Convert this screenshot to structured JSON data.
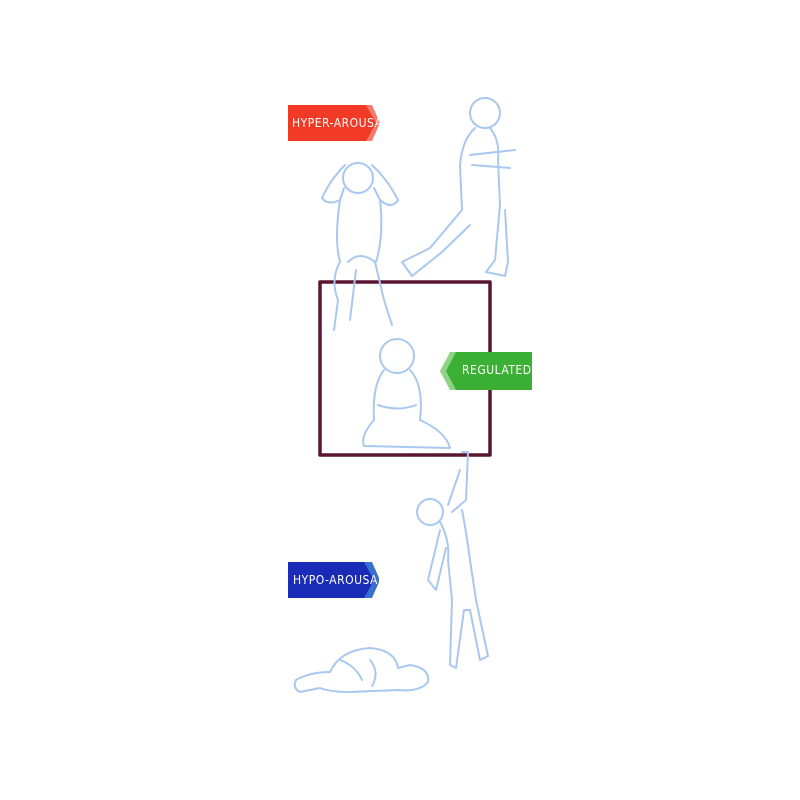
{
  "labels": {
    "hyper": "HYPER-AROUSAL",
    "regulated": "REGULATED",
    "hypo": "HYPO-AROUSAL"
  },
  "colors": {
    "hyper": "#f03a25",
    "regulated": "#3cb034",
    "hypo": "#1a2bb8",
    "window_box": "#5a1530",
    "figure_outline": "#a9c8f0"
  },
  "figures": [
    "head-clutching-child",
    "stomping-child",
    "cross-legged-child",
    "hanging-child",
    "curled-up-child"
  ]
}
